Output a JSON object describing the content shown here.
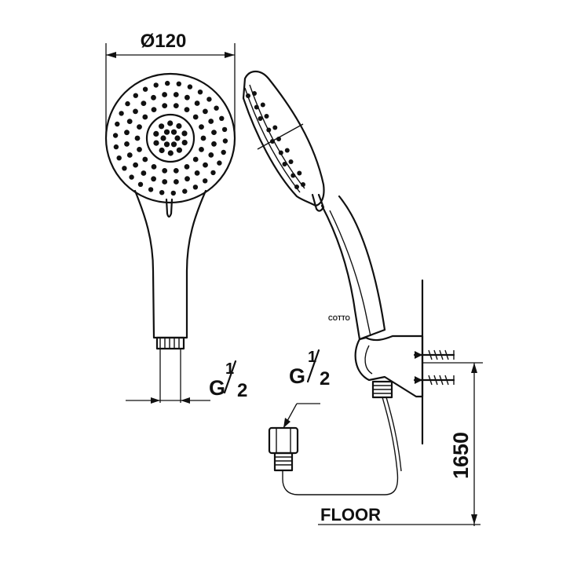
{
  "labels": {
    "diameter": "Ø120",
    "thread_g_left": "G",
    "thread_num_left": "1",
    "thread_den_left": "2",
    "thread_g_right": "G",
    "thread_num_right": "1",
    "thread_den_right": "2",
    "height": "1650",
    "floor": "FLOOR",
    "brand": "COTTO"
  }
}
